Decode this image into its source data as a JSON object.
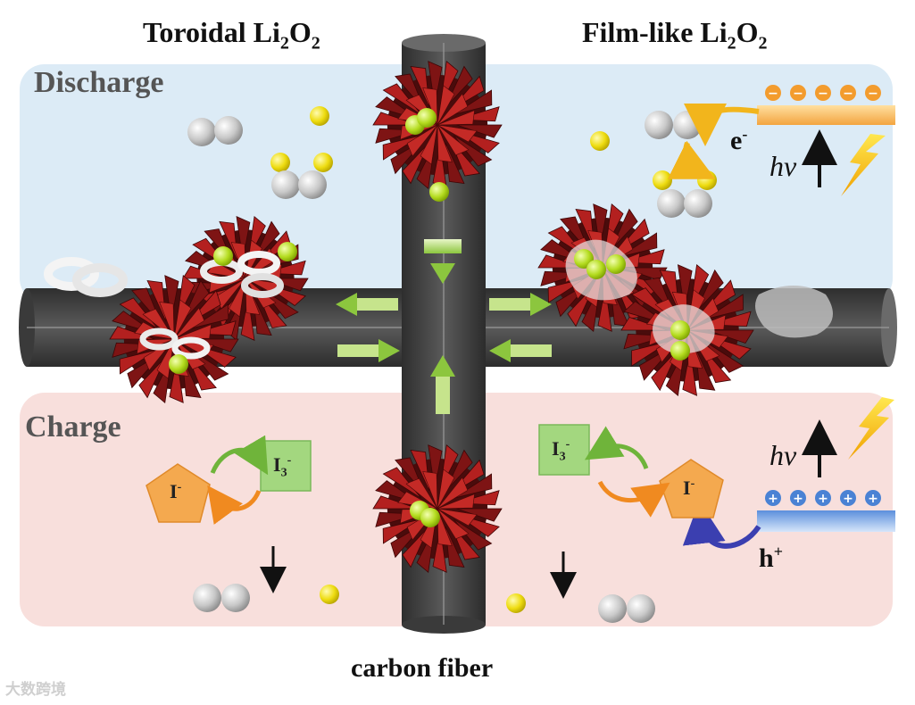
{
  "titles": {
    "left": "Toroidal Li",
    "left_sub1": "2",
    "left_mid": "O",
    "left_sub2": "2",
    "right": "Film-like  Li",
    "right_sub1": "2",
    "right_mid": "O",
    "right_sub2": "2"
  },
  "sections": {
    "discharge": "Discharge",
    "charge": "Charge"
  },
  "fiber_label": "carbon fiber",
  "symbols": {
    "electron": "e",
    "electron_sup": "-",
    "hole": "h",
    "hole_sup": "+",
    "hv": "hv",
    "iodide_left": "I",
    "iodide_left_sup": "-",
    "triiodide_left": "I",
    "triiodide_left_sub": "3",
    "triiodide_left_sup": "-",
    "triiodide_right": "I",
    "triiodide_right_sub": "3",
    "triiodide_right_sup": "-",
    "iodide_right": "I",
    "iodide_right_sup": "-",
    "plate_top_charge": "−",
    "plate_bottom_charge": "+"
  },
  "watermark": "大数跨境",
  "colors": {
    "discharge_bg": "#dcebf6",
    "charge_bg": "#f8dfdc",
    "fiber": "#4a4a4a",
    "flower": "#9e1b1b",
    "li_ion": "#b5e02a",
    "o2": "#f2e21c",
    "arrow_green": "#9ed043",
    "pentagon": "#f2a04a",
    "square": "#9fd47a",
    "plate_top": "#f6b756",
    "plate_bottom": "#5d8ed6"
  }
}
